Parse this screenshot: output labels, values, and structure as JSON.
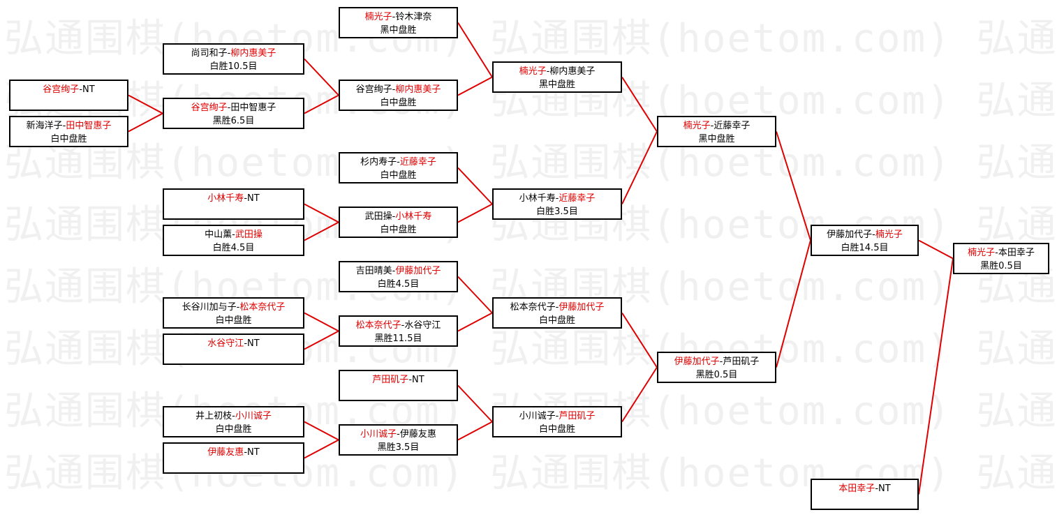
{
  "watermark": "弘通围棋(hoetom.com)",
  "colors": {
    "winner": "#e00000",
    "line": "#e00000",
    "border": "#000000",
    "watermark": "#f0f0f0"
  },
  "matches": [
    {
      "id": "r1a",
      "black": "谷宫绚子",
      "white": "NT",
      "winner": "black",
      "result": ""
    },
    {
      "id": "r1b",
      "black": "新海洋子",
      "white": "田中智惠子",
      "winner": "white",
      "result": "白中盘胜"
    },
    {
      "id": "r2a",
      "black": "尚司和子",
      "white": "柳内惠美子",
      "winner": "white",
      "result": "白胜10.5目"
    },
    {
      "id": "r2b",
      "black": "谷宫绚子",
      "white": "田中智惠子",
      "winner": "black",
      "result": "黑胜6.5目"
    },
    {
      "id": "r2c",
      "black": "小林千寿",
      "white": "NT",
      "winner": "black",
      "result": ""
    },
    {
      "id": "r2d",
      "black": "中山薰",
      "white": "武田操",
      "winner": "white",
      "result": "白胜4.5目"
    },
    {
      "id": "r2e",
      "black": "长谷川加与子",
      "white": "松本奈代子",
      "winner": "white",
      "result": "白中盘胜"
    },
    {
      "id": "r2f",
      "black": "水谷守江",
      "white": "NT",
      "winner": "black",
      "result": ""
    },
    {
      "id": "r2g",
      "black": "井上初枝",
      "white": "小川诚子",
      "winner": "white",
      "result": "白中盘胜"
    },
    {
      "id": "r2h",
      "black": "伊藤友惠",
      "white": "NT",
      "winner": "black",
      "result": ""
    },
    {
      "id": "r3a",
      "black": "楠光子",
      "white": "铃木津奈",
      "winner": "black",
      "result": "黑中盘胜"
    },
    {
      "id": "r3b",
      "black": "谷宫绚子",
      "white": "柳内惠美子",
      "winner": "white",
      "result": "白中盘胜"
    },
    {
      "id": "r3c",
      "black": "杉内寿子",
      "white": "近藤幸子",
      "winner": "white",
      "result": "白中盘胜"
    },
    {
      "id": "r3d",
      "black": "武田操",
      "white": "小林千寿",
      "winner": "white",
      "result": "白中盘胜"
    },
    {
      "id": "r3e",
      "black": "吉田晴美",
      "white": "伊藤加代子",
      "winner": "white",
      "result": "白胜4.5目"
    },
    {
      "id": "r3f",
      "black": "松本奈代子",
      "white": "水谷守江",
      "winner": "black",
      "result": "黑胜11.5目"
    },
    {
      "id": "r3g",
      "black": "芦田矶子",
      "white": "NT",
      "winner": "black",
      "result": ""
    },
    {
      "id": "r3h",
      "black": "小川诚子",
      "white": "伊藤友惠",
      "winner": "black",
      "result": "黑胜3.5目"
    },
    {
      "id": "r4a",
      "black": "楠光子",
      "white": "柳内惠美子",
      "winner": "black",
      "result": "黑中盘胜"
    },
    {
      "id": "r4b",
      "black": "小林千寿",
      "white": "近藤幸子",
      "winner": "white",
      "result": "白胜3.5目"
    },
    {
      "id": "r4c",
      "black": "松本奈代子",
      "white": "伊藤加代子",
      "winner": "white",
      "result": "白中盘胜"
    },
    {
      "id": "r4d",
      "black": "小川诚子",
      "white": "芦田矶子",
      "winner": "white",
      "result": "白中盘胜"
    },
    {
      "id": "r5a",
      "black": "楠光子",
      "white": "近藤幸子",
      "winner": "black",
      "result": "黑中盘胜"
    },
    {
      "id": "r5b",
      "black": "伊藤加代子",
      "white": "芦田矶子",
      "winner": "black",
      "result": "黑胜0.5目"
    },
    {
      "id": "r6a",
      "black": "伊藤加代子",
      "white": "楠光子",
      "winner": "white",
      "result": "白胜14.5目"
    },
    {
      "id": "r6b",
      "black": "本田幸子",
      "white": "NT",
      "winner": "black",
      "result": ""
    },
    {
      "id": "final",
      "black": "楠光子",
      "white": "本田幸子",
      "winner": "black",
      "result": "黑胜0.5目"
    }
  ],
  "connections": [
    [
      "r1a",
      "r2b"
    ],
    [
      "r1b",
      "r2b"
    ],
    [
      "r2a",
      "r3b"
    ],
    [
      "r2b",
      "r3b"
    ],
    [
      "r2c",
      "r3d"
    ],
    [
      "r2d",
      "r3d"
    ],
    [
      "r2e",
      "r3f"
    ],
    [
      "r2f",
      "r3f"
    ],
    [
      "r2g",
      "r3h"
    ],
    [
      "r2h",
      "r3h"
    ],
    [
      "r3a",
      "r4a"
    ],
    [
      "r3b",
      "r4a"
    ],
    [
      "r3c",
      "r4b"
    ],
    [
      "r3d",
      "r4b"
    ],
    [
      "r3e",
      "r4c"
    ],
    [
      "r3f",
      "r4c"
    ],
    [
      "r3g",
      "r4d"
    ],
    [
      "r3h",
      "r4d"
    ],
    [
      "r4a",
      "r5a"
    ],
    [
      "r4b",
      "r5a"
    ],
    [
      "r4c",
      "r5b"
    ],
    [
      "r4d",
      "r5b"
    ],
    [
      "r5a",
      "r6a"
    ],
    [
      "r5b",
      "r6a"
    ],
    [
      "r6a",
      "final"
    ],
    [
      "r6b",
      "final"
    ]
  ]
}
